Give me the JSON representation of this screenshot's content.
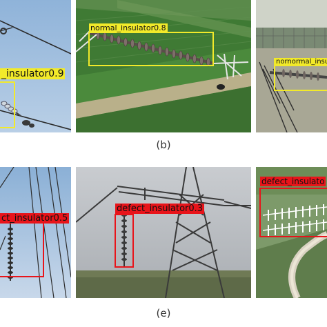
{
  "captions": {
    "top": "(b)",
    "bottom": "(e)"
  },
  "colors": {
    "normal_box": "#f2ea2a",
    "normal_label_bg": "#f2ea2a",
    "defect_box": "#e8141a",
    "defect_label_bg": "#e8141a",
    "sky": "#a9c3de",
    "field": "#3f7a34",
    "caption": "#333333"
  },
  "panels": {
    "top_left": {
      "label": "_insulator0.9"
    },
    "top_mid": {
      "label": "normal_insulator0.8"
    },
    "top_right": {
      "label": "nornormal_insu"
    },
    "bottom_left": {
      "label": "ct_insulator0.5"
    },
    "bottom_mid": {
      "label": "defect_insulator0.3"
    },
    "bottom_right": {
      "label": "defect_insulato"
    }
  }
}
